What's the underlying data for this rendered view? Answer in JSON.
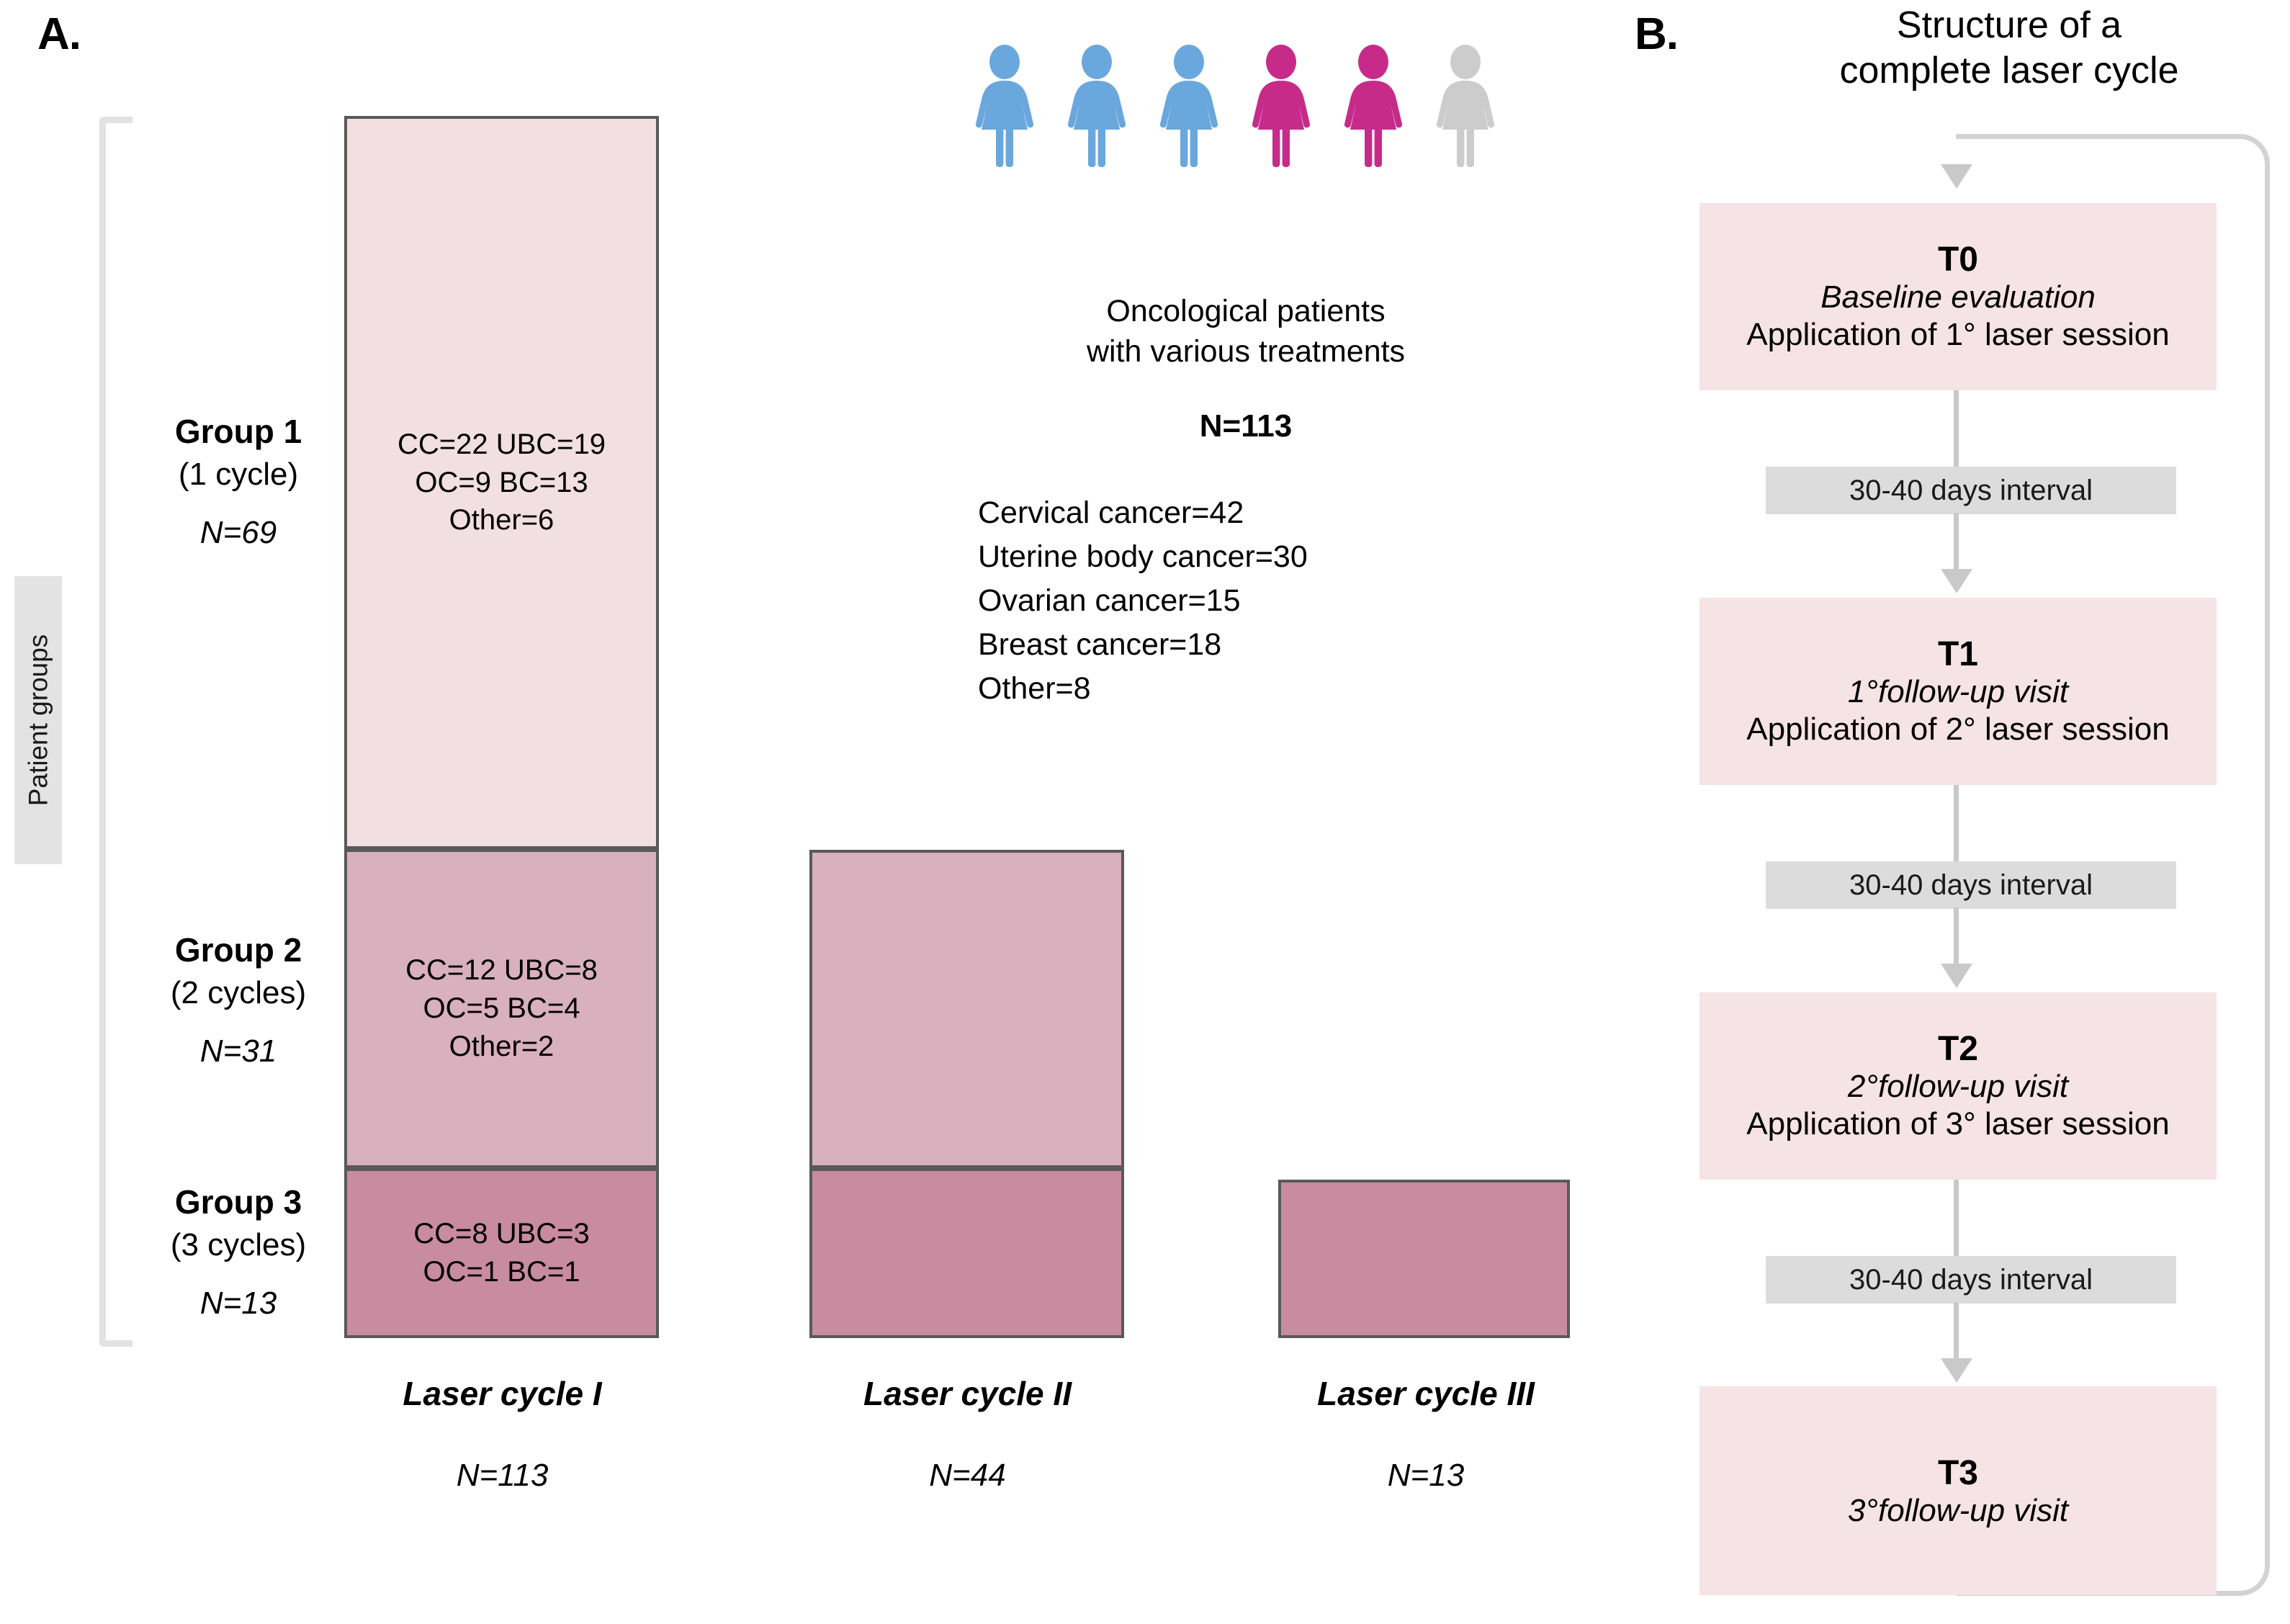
{
  "panelA": {
    "letter": "A.",
    "axis_label": "Patient groups",
    "groups": [
      {
        "title": "Group 1",
        "cycles": "(1 cycle)",
        "n": "N=69"
      },
      {
        "title": "Group 2",
        "cycles": "(2 cycles)",
        "n": "N=31"
      },
      {
        "title": "Group 3",
        "cycles": "(3 cycles)",
        "n": "N=13"
      }
    ],
    "bar1_segments": [
      {
        "line1": "CC=22 UBC=19",
        "line2": "OC=9 BC=13",
        "line3": "Other=6"
      },
      {
        "line1": "CC=12 UBC=8",
        "line2": "OC=5 BC=4",
        "line3": "Other=2"
      },
      {
        "line1": "CC=8 UBC=3",
        "line2": "OC=1 BC=1",
        "line3": ""
      }
    ],
    "cycles": [
      {
        "title": "Laser cycle I",
        "n": "N=113"
      },
      {
        "title": "Laser cycle II",
        "n": "N=44"
      },
      {
        "title": "Laser cycle III",
        "n": "N=13"
      }
    ]
  },
  "center": {
    "title_line1": "Oncological patients",
    "title_line2": "with various treatments",
    "total": "N=113",
    "diagnoses": [
      "Cervical cancer=42",
      "Uterine body cancer=30",
      "Ovarian cancer=15",
      "Breast cancer=18",
      "Other=8"
    ],
    "people_icons": [
      {
        "name": "person-figure-icon",
        "color": "#6aa7dd"
      },
      {
        "name": "person-figure-icon",
        "color": "#6aa7dd"
      },
      {
        "name": "person-figure-icon",
        "color": "#6aa7dd"
      },
      {
        "name": "person-figure-icon",
        "color": "#c62b8a"
      },
      {
        "name": "person-figure-icon",
        "color": "#c62b8a"
      },
      {
        "name": "person-figure-icon",
        "color": "#cccccc"
      }
    ]
  },
  "panelB": {
    "letter": "B.",
    "title_line1": "Structure of a",
    "title_line2": "complete laser cycle",
    "steps": [
      {
        "code": "T0",
        "sub": "Baseline evaluation",
        "desc": "Application of 1° laser session"
      },
      {
        "code": "T1",
        "sub": "1°follow-up visit",
        "desc": "Application of 2° laser session"
      },
      {
        "code": "T2",
        "sub": "2°follow-up visit",
        "desc": "Application of 3° laser session"
      },
      {
        "code": "T3",
        "sub": "3°follow-up visit",
        "desc": ""
      }
    ],
    "intervals": [
      "30-40 days interval",
      "30-40 days interval",
      "30-40 days interval"
    ]
  },
  "colors": {
    "seg_light": "#f1dfe2",
    "seg_medium": "#d9b0bd",
    "seg_dark": "#c98ba0",
    "box_pink": "#f5e3e6",
    "interval_gray": "#dcdcdc",
    "bracket_gray": "#e2e2e2",
    "blue_person": "#6aa7dd",
    "magenta_person": "#c62b8a",
    "gray_person": "#cccccc"
  },
  "chart_data": {
    "type": "bar",
    "title": "Patient groups across laser cycles",
    "xlabel": "",
    "ylabel": "Patient groups",
    "categories": [
      "Laser cycle I",
      "Laser cycle II",
      "Laser cycle III"
    ],
    "stack_order_bottom_to_top": [
      "Group 3 (3 cycles)",
      "Group 2 (2 cycles)",
      "Group 1 (1 cycle)"
    ],
    "series": [
      {
        "name": "Group 1 (1 cycle)",
        "values": [
          69,
          0,
          0
        ],
        "color": "#f1dfe2"
      },
      {
        "name": "Group 2 (2 cycles)",
        "values": [
          31,
          31,
          0
        ],
        "color": "#d9b0bd"
      },
      {
        "name": "Group 3 (3 cycles)",
        "values": [
          13,
          13,
          13
        ],
        "color": "#c98ba0"
      }
    ],
    "column_totals": [
      113,
      44,
      13
    ],
    "grid": false,
    "legend": "none",
    "annotations": [
      {
        "series": "Group 1 (1 cycle)",
        "text": "CC=22 UBC=19 OC=9 BC=13 Other=6"
      },
      {
        "series": "Group 2 (2 cycles)",
        "text": "CC=12 UBC=8 OC=5 BC=4 Other=2"
      },
      {
        "series": "Group 3 (3 cycles)",
        "text": "CC=8 UBC=3 OC=1 BC=1"
      }
    ],
    "cohort_breakdown": {
      "total": 113,
      "Cervical cancer": 42,
      "Uterine body cancer": 30,
      "Ovarian cancer": 15,
      "Breast cancer": 18,
      "Other": 8
    }
  }
}
